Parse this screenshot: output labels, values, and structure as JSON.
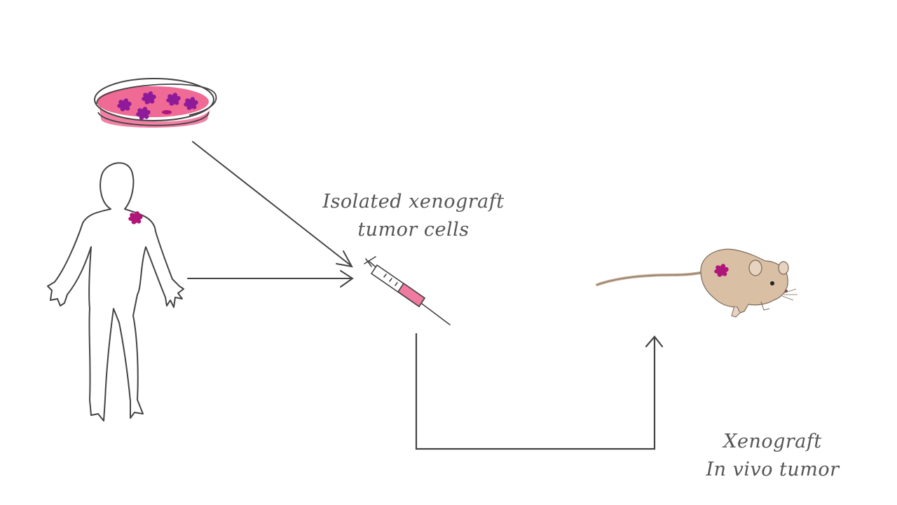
{
  "diagram": {
    "labels": {
      "isolated_line1": "Isolated xenograft",
      "isolated_line2": "tumor cells",
      "xenograft_line1": "Xenograft",
      "xenograft_line2": "In vivo tumor"
    },
    "colors": {
      "ink": "#444444",
      "tumor": "#b0157a",
      "dish_pink": "#ef6a95",
      "syringe_pink": "#f07aa0",
      "mouse_fur": "#d9bfa4",
      "text": "#555555"
    },
    "icons": [
      "petri-dish-icon",
      "human-figure-icon",
      "syringe-icon",
      "mouse-icon"
    ]
  }
}
